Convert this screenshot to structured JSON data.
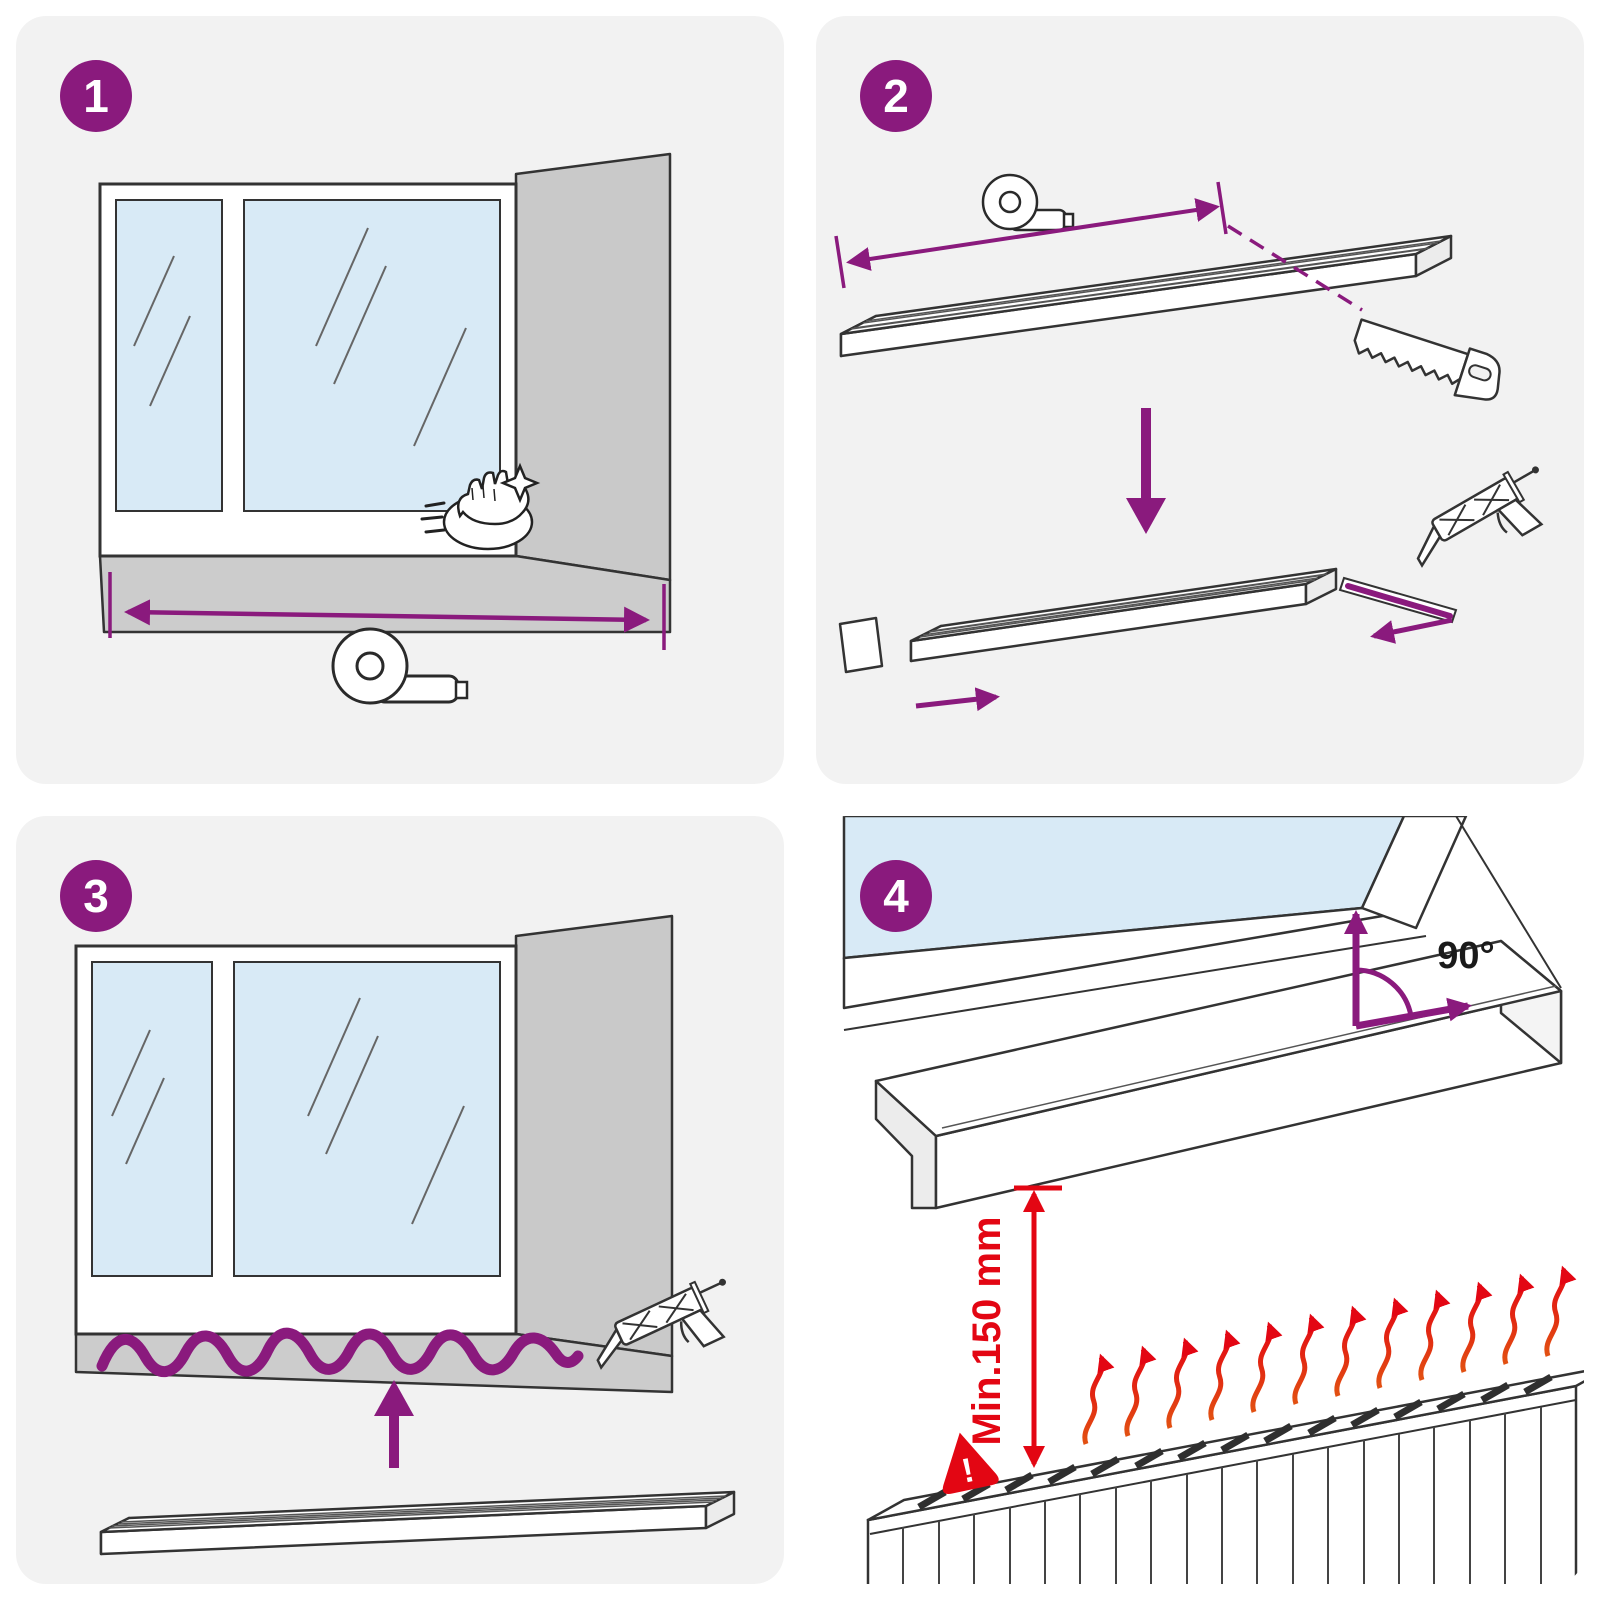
{
  "colors": {
    "accent_purple": "#8A1A7D",
    "warning_red": "#E30613",
    "panel_background": "#F2F2F2",
    "glass_blue": "#D8EAF6",
    "wall_gray": "#C9C9C9"
  },
  "steps": [
    {
      "number": "1"
    },
    {
      "number": "2"
    },
    {
      "number": "3"
    },
    {
      "number": "4"
    }
  ],
  "annotations": {
    "angle_label": "90°",
    "min_distance_label": "Min.150 mm",
    "warning_mark": "!"
  }
}
